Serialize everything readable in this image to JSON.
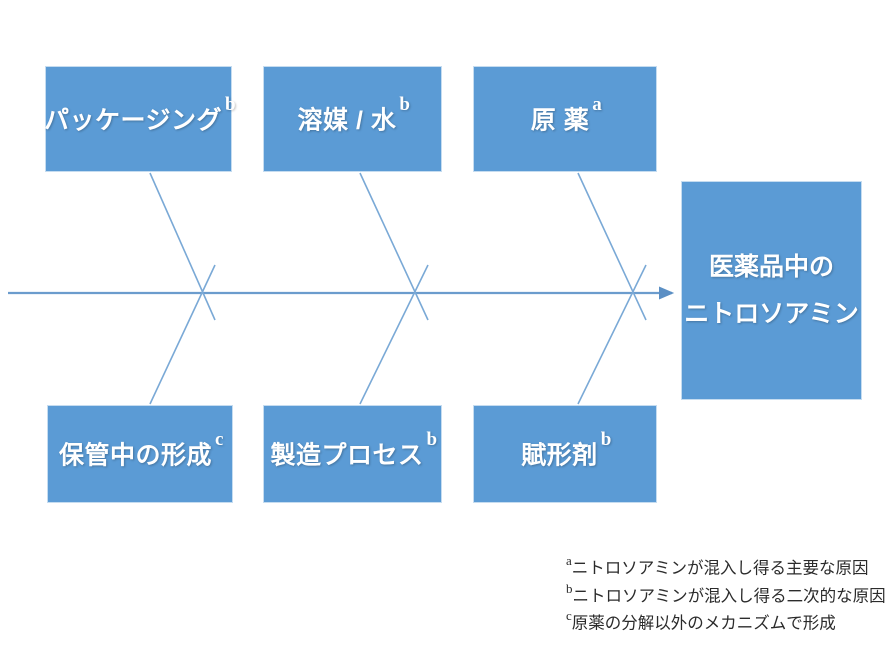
{
  "diagram": {
    "type": "fishbone",
    "title_effect": {
      "lines": [
        "医薬品中の",
        "ニトロソアミン"
      ]
    },
    "causes": {
      "top": [
        {
          "label": "パッケージング",
          "note": "b",
          "name": "packaging"
        },
        {
          "label": "溶媒 / 水",
          "note": "b",
          "name": "solvent-water"
        },
        {
          "label": "原 薬",
          "note": "a",
          "name": "api"
        }
      ],
      "bottom": [
        {
          "label": "保管中の形成",
          "note": "c",
          "name": "storage-formation"
        },
        {
          "label": "製造プロセス",
          "note": "b",
          "name": "manufacturing-process"
        },
        {
          "label": "賦形剤",
          "note": "b",
          "name": "excipient"
        }
      ]
    },
    "legend": [
      {
        "marker": "a",
        "text": "ニトロソアミンが混入し得る主要な原因"
      },
      {
        "marker": "b",
        "text": "ニトロソアミンが混入し得る二次的な原因"
      },
      {
        "marker": "c",
        "text": "原薬の分解以外のメカニズムで形成"
      }
    ],
    "colors": {
      "box_fill": "#5b9bd5",
      "box_border": "#c5dcf0",
      "bone_line": "#6b9ccd",
      "spine_line": "#6b9ccd",
      "text": "#ffffff",
      "legend_text": "#2b2b2b",
      "background": "#ffffff"
    }
  }
}
